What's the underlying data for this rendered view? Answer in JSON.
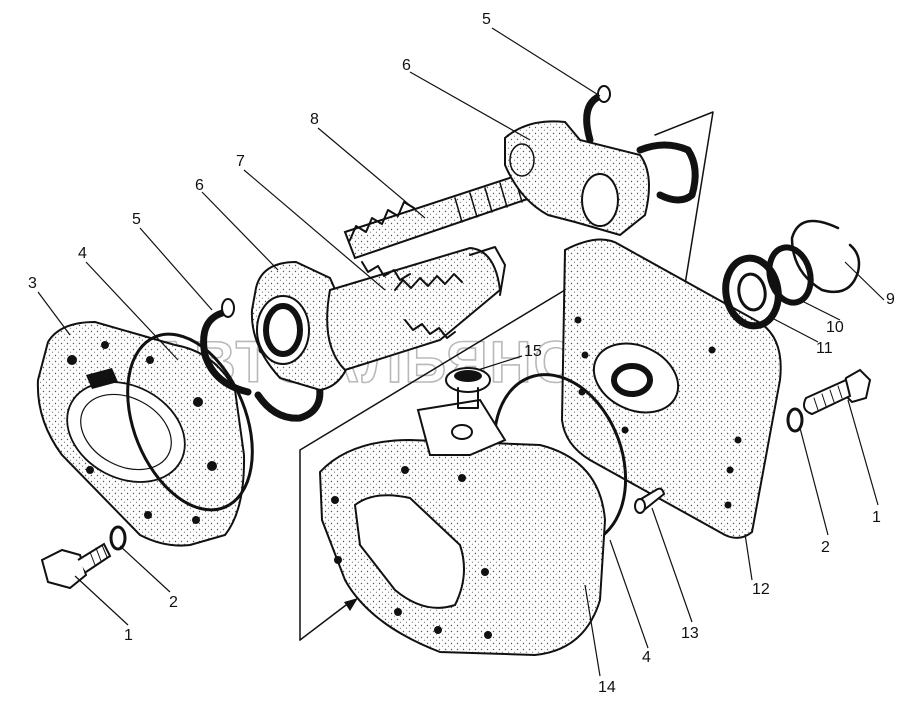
{
  "watermark": "АВТОАЛЬЯНС",
  "callouts": [
    {
      "id": "bolt-left",
      "text": "1"
    },
    {
      "id": "bolt-right",
      "text": "1"
    },
    {
      "id": "washer-left",
      "text": "2"
    },
    {
      "id": "washer-right",
      "text": "2"
    },
    {
      "id": "cover",
      "text": "3"
    },
    {
      "id": "seal-ring-left",
      "text": "4"
    },
    {
      "id": "seal-ring-right",
      "text": "4"
    },
    {
      "id": "bushing-left",
      "text": "5"
    },
    {
      "id": "bushing-top",
      "text": "5"
    },
    {
      "id": "sleeve-left",
      "text": "6"
    },
    {
      "id": "sleeve-top",
      "text": "6"
    },
    {
      "id": "driven-gear",
      "text": "7"
    },
    {
      "id": "drive-shaft-gear",
      "text": "8"
    },
    {
      "id": "retaining-ring",
      "text": "9"
    },
    {
      "id": "thrust-washer",
      "text": "10"
    },
    {
      "id": "shaft-seal",
      "text": "11"
    },
    {
      "id": "flange-plate",
      "text": "12"
    },
    {
      "id": "dowel-pin",
      "text": "13"
    },
    {
      "id": "pump-housing",
      "text": "14"
    },
    {
      "id": "plug",
      "text": "15"
    }
  ]
}
